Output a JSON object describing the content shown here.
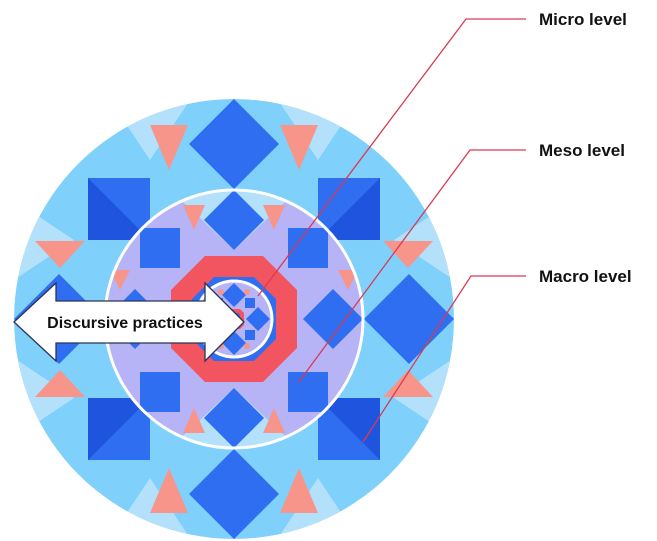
{
  "colors": {
    "outer_light": "#7fd0fb",
    "pale_blue": "#b3e0fb",
    "royal_blue": "#2f6ef0",
    "dark_blue": "#1f55de",
    "lavender": "#b6b3f7",
    "salmon": "#f7958a",
    "red_ring": "#f2555f",
    "leader_line": "#d93a54",
    "ring_white": "#ffffff",
    "arrow_fill": "#ffffff",
    "arrow_stroke": "#2a3555"
  },
  "labels": {
    "micro": "Micro level",
    "meso": "Meso level",
    "macro": "Macro level",
    "discursive": "Discursive practices"
  },
  "icons": {
    "arrow": "double-headed-arrow"
  }
}
